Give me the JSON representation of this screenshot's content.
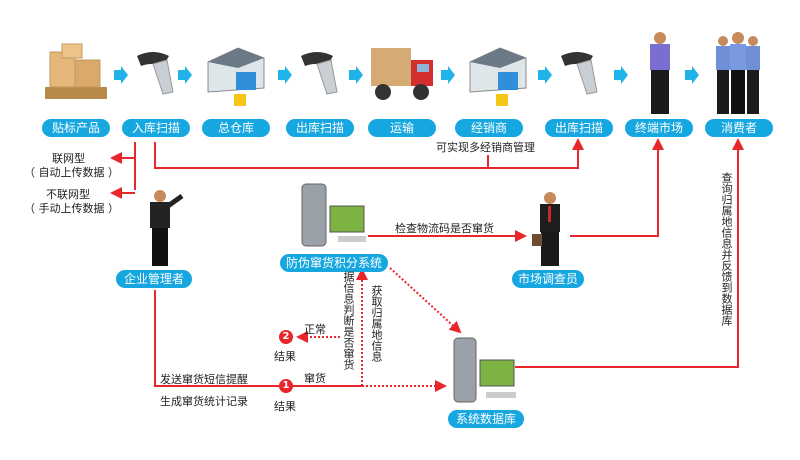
{
  "flow_steps": [
    {
      "label": "贴标产品",
      "icon": "boxes-pallet-icon"
    },
    {
      "label": "入库扫描",
      "icon": "barcode-scanner-icon"
    },
    {
      "label": "总仓库",
      "icon": "warehouse-icon"
    },
    {
      "label": "出库扫描",
      "icon": "barcode-scanner-icon"
    },
    {
      "label": "运输",
      "icon": "truck-icon"
    },
    {
      "label": "经销商",
      "icon": "warehouse-icon"
    },
    {
      "label": "出库扫描",
      "icon": "barcode-scanner-icon"
    },
    {
      "label": "终端市场",
      "icon": "businessman-icon"
    },
    {
      "label": "消费者",
      "icon": "consumers-group-icon"
    }
  ],
  "upload_modes": {
    "online": {
      "title": "联网型",
      "desc": "（ 自动上传数据 ）"
    },
    "offline": {
      "title": "不联网型",
      "desc": "（ 手动上传数据 ）"
    }
  },
  "dealer_note": "可实现多经销商管理",
  "nodes": {
    "manager": "企业管理者",
    "system": "防伪窜货积分系统",
    "inspector": "市场调查员",
    "database": "系统数据库"
  },
  "edges": {
    "check_logistics": "检查物流码是否窜货",
    "judge_by_info": "据信息判断是否窜货",
    "get_location": "获取归属地信息",
    "query_feedback": "查询归属地信息并反馈到数据库",
    "normal": "正常",
    "diverted": "窜货",
    "send_sms": "发送窜货短信提醒",
    "gen_record": "生成窜货统计记录"
  },
  "results": [
    {
      "number": "1",
      "label": "结果"
    },
    {
      "number": "2",
      "label": "结果"
    }
  ],
  "colors": {
    "pill_blue": "#16a6e0",
    "line_red": "#e8262c",
    "arrow_blue": "#1fb3e8"
  }
}
